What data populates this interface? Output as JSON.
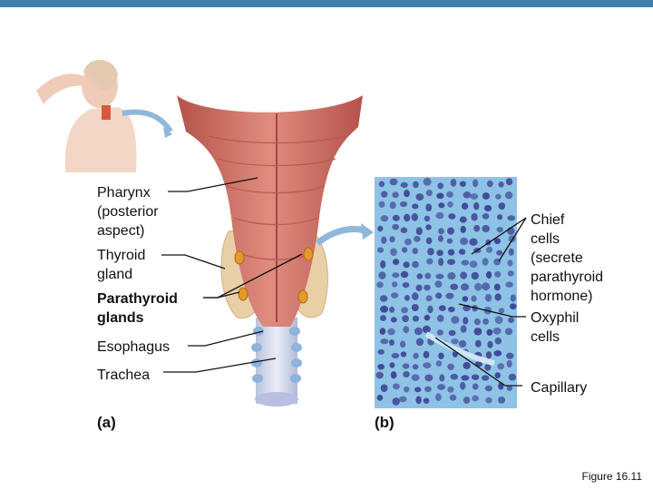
{
  "labels": {
    "pharynx": "Pharynx\n(posterior\naspect)",
    "thyroid": "Thyroid\ngland",
    "parathyroid": "Parathyroid\nglands",
    "esophagus": "Esophagus",
    "trachea": "Trachea",
    "chief": "Chief\ncells\n(secrete\nparathyroid\nhormone)",
    "oxyphil": "Oxyphil\ncells",
    "capillary": "Capillary"
  },
  "panels": {
    "a": "(a)",
    "b": "(b)"
  },
  "figure_caption": "Figure 16.11",
  "colors": {
    "top_bar": "#3f7fb0",
    "muscle": "#cf6f66",
    "thyroid_tissue": "#e9cfa6",
    "parathyroid": "#e39a2c",
    "trachea": "#8fb3dc",
    "histology_bg": "#8ec3e6",
    "nuclei": "#3a3f8f"
  }
}
